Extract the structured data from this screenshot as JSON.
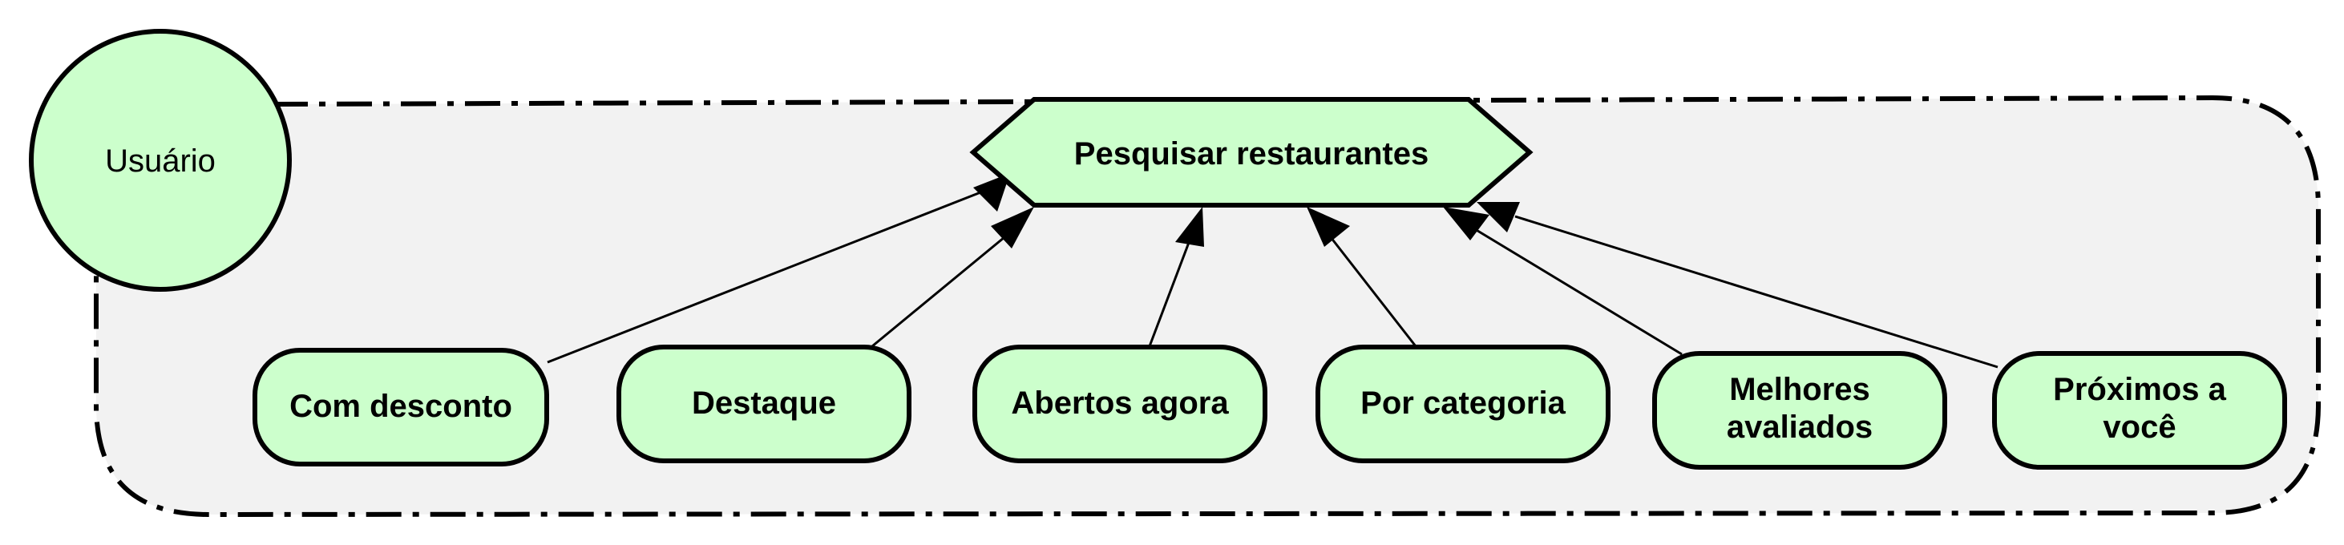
{
  "colors": {
    "node_fill": "#ccffcc",
    "boundary_fill": "#f2f2f2",
    "stroke": "#000000"
  },
  "actor": {
    "label": "Usuário"
  },
  "goal": {
    "label": "Pesquisar restaurantes"
  },
  "tasks": [
    {
      "label": "Com desconto"
    },
    {
      "label": "Destaque"
    },
    {
      "label": "Abertos agora"
    },
    {
      "label": "Por categoria"
    },
    {
      "line1": "Melhores",
      "line2": "avaliados"
    },
    {
      "line1": "Próximos a",
      "line2": "você"
    }
  ]
}
